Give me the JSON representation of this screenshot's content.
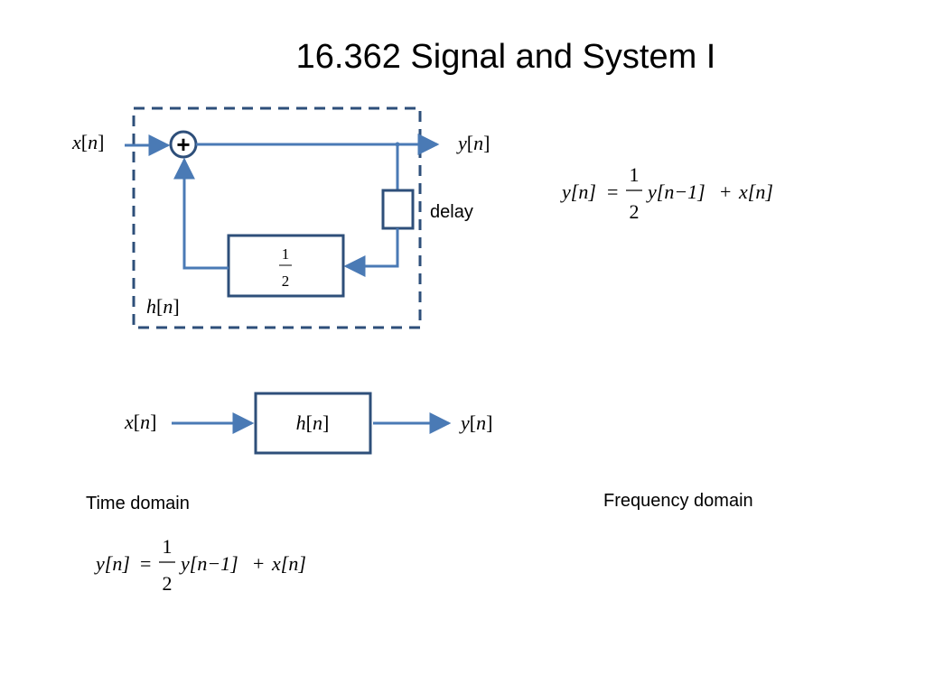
{
  "slide": {
    "title": "16.362 Signal and System I",
    "colors": {
      "wire": "#4a7ab5",
      "box_stroke": "#2e4f7a",
      "dashed": "#2e4f7a",
      "text": "#000000"
    }
  },
  "block_diagram": {
    "input": {
      "var": "x",
      "idx": "n"
    },
    "output": {
      "var": "y",
      "idx": "n"
    },
    "adder_symbol": "+",
    "delay_label": "delay",
    "gain": {
      "num": "1",
      "den": "2"
    },
    "system": {
      "var": "h",
      "idx": "n"
    }
  },
  "system_diagram": {
    "input": {
      "var": "x",
      "idx": "n"
    },
    "block": {
      "var": "h",
      "idx": "n"
    },
    "output": {
      "var": "y",
      "idx": "n"
    }
  },
  "equations": {
    "top_right": {
      "lhs": "y[n]",
      "equals": "=",
      "num": "1",
      "den": "2",
      "rhs1": "y[n−1]",
      "plus": "+",
      "rhs2": "x[n]"
    },
    "time_domain": {
      "lhs": "y[n]",
      "equals": "=",
      "num": "1",
      "den": "2",
      "rhs1": "y[n−1]",
      "plus": "+",
      "rhs2": "x[n]"
    }
  },
  "captions": {
    "time_domain": "Time domain",
    "frequency_domain": "Frequency domain"
  }
}
